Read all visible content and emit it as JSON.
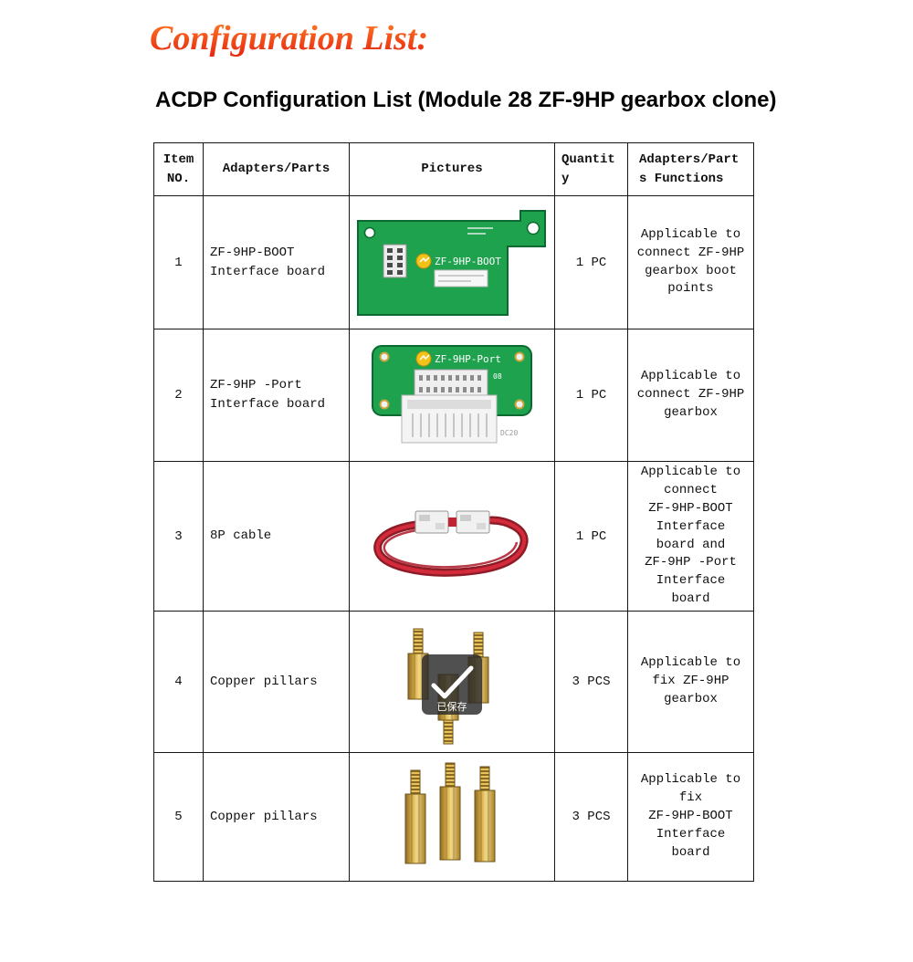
{
  "page": {
    "title": "Configuration List:",
    "subtitle": "ACDP Configuration List (Module 28 ZF-9HP gearbox clone)"
  },
  "colors": {
    "title_accent": "#f2451c",
    "pcb_green": "#1ea24e",
    "brass_gold": "#d9b04a",
    "cable_red": "#c02334"
  },
  "table": {
    "headers": {
      "item_no": "Item NO.",
      "part": "Adapters/Parts",
      "pictures": "Pictures",
      "quantity": "Quantity",
      "functions": "Adapters/Parts Functions"
    },
    "rows": [
      {
        "item_no": "1",
        "part": "ZF-9HP-BOOT\nInterface board",
        "picture": "zf-9hp-boot-interface-board",
        "quantity": "1 PC",
        "function": "Applicable to\nconnect ZF-9HP\ngearbox boot\npoints"
      },
      {
        "item_no": "2",
        "part": "ZF-9HP -Port\nInterface board",
        "picture": "zf-9hp-port-interface-board",
        "quantity": "1 PC",
        "function": "Applicable to\nconnect ZF-9HP\ngearbox"
      },
      {
        "item_no": "3",
        "part": "8P cable",
        "picture": "8p-cable",
        "quantity": "1 PC",
        "function": "Applicable to\nconnect\nZF-9HP-BOOT\nInterface\nboard and\nZF-9HP -Port\nInterface\nboard"
      },
      {
        "item_no": "4",
        "part": "Copper pillars",
        "picture": "copper-pillars-with-saved-badge",
        "quantity": "3 PCS",
        "function": "Applicable to\nfix ZF-9HP\ngearbox"
      },
      {
        "item_no": "5",
        "part": "Copper pillars",
        "picture": "copper-pillars",
        "quantity": "3 PCS",
        "function": "Applicable to\nfix\nZF-9HP-BOOT\nInterface\nboard"
      }
    ]
  },
  "pictures": {
    "row1": {
      "board_label": "ZF-9HP-BOOT"
    },
    "row2": {
      "board_label": "ZF-9HP-Port",
      "marking_top": "08",
      "marking_bottom": "DC20"
    },
    "row4": {
      "overlay_text": "已保存"
    }
  }
}
